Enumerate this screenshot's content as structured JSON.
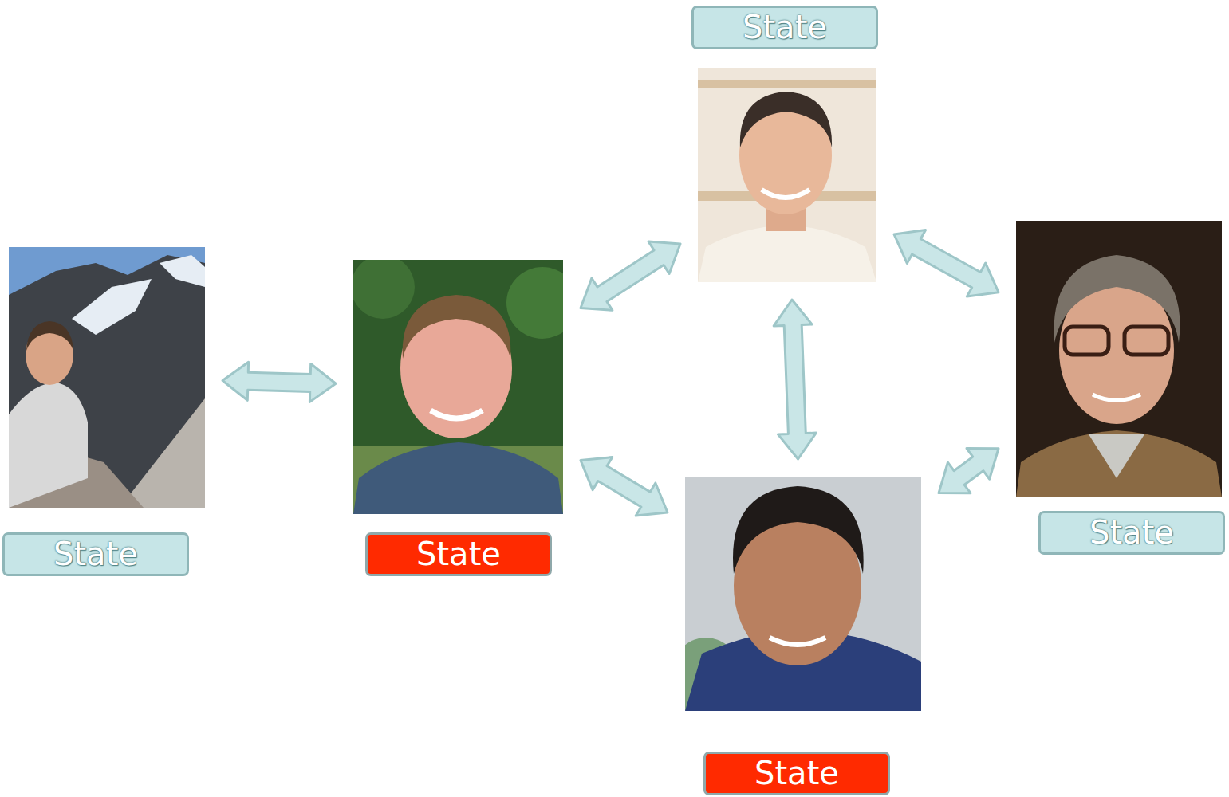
{
  "diagram": {
    "nodes": [
      {
        "text": [
          "State"
        ]
      },
      {
        "text": [
          "State"
        ]
      },
      {
        "text": [
          "State"
        ]
      },
      {
        "text": [
          "State"
        ]
      },
      {
        "text": [
          "State"
        ]
      }
    ],
    "edges": [
      {
        "from": 1,
        "to": 2,
        "arrow": "both"
      },
      {
        "from": 2,
        "to": 0,
        "arrow": "both"
      },
      {
        "from": 0,
        "to": 3,
        "arrow": "both"
      },
      {
        "from": 0,
        "to": 4,
        "arrow": "both"
      },
      {
        "from": 2,
        "to": 4,
        "arrow": "both"
      },
      {
        "from": 4,
        "to": 3,
        "arrow": "both"
      }
    ]
  }
}
